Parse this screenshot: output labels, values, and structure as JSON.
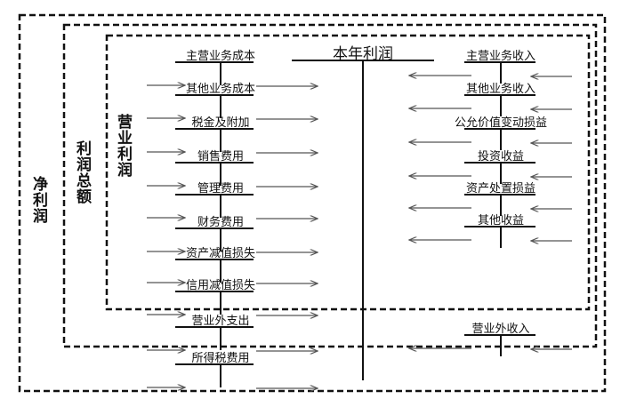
{
  "labels": {
    "net_profit": "净利润",
    "total_profit": "利润总额",
    "operating_profit": "营业利润"
  },
  "center_account": "本年利润",
  "debit_accounts": [
    "主营业务成本",
    "其他业务成本",
    "税金及附加",
    "销售费用",
    "管理费用",
    "财务费用",
    "资产减值损失",
    "信用减值损失",
    "营业外支出",
    "所得税费用"
  ],
  "credit_accounts": [
    "主营业务收入",
    "其他业务收入",
    "公允价值变动损益",
    "投资收益",
    "资产处置损益",
    "其他收益",
    "营业外收入"
  ],
  "colors": {
    "line": "#111111",
    "arrow": "#555555"
  }
}
